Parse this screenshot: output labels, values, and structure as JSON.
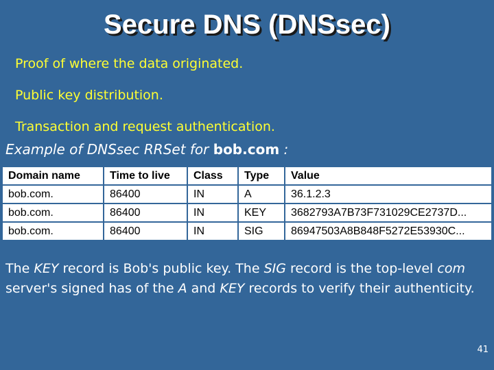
{
  "slide": {
    "title": "Secure DNS (DNSsec)",
    "bullets": [
      "Proof of where the data originated.",
      "Public key distribution.",
      "Transaction and request authentication."
    ],
    "example": {
      "prefix": "Example of DNSsec RRSet for ",
      "domain": "bob.com",
      "suffix": " :"
    },
    "table": {
      "headers": [
        "Domain name",
        "Time to live",
        "Class",
        "Type",
        "Value"
      ],
      "rows": [
        [
          "bob.com.",
          "86400",
          "IN",
          "A",
          "36.1.2.3"
        ],
        [
          "bob.com.",
          "86400",
          "IN",
          "KEY",
          "3682793A7B73F731029CE2737D..."
        ],
        [
          "bob.com.",
          "86400",
          "IN",
          "SIG",
          "86947503A8B848F5272E53930C..."
        ]
      ]
    },
    "paragraph": {
      "p1": "The ",
      "key": "KEY",
      "p2": " record is Bob's public key.  The ",
      "sig": "SIG",
      "p3": " record is the top-level ",
      "com": "com",
      "p4": " server's signed has of the ",
      "a": "A",
      "p5": " and ",
      "key2": "KEY",
      "p6": "  records to verify their authenticity."
    },
    "page_number": "41"
  }
}
